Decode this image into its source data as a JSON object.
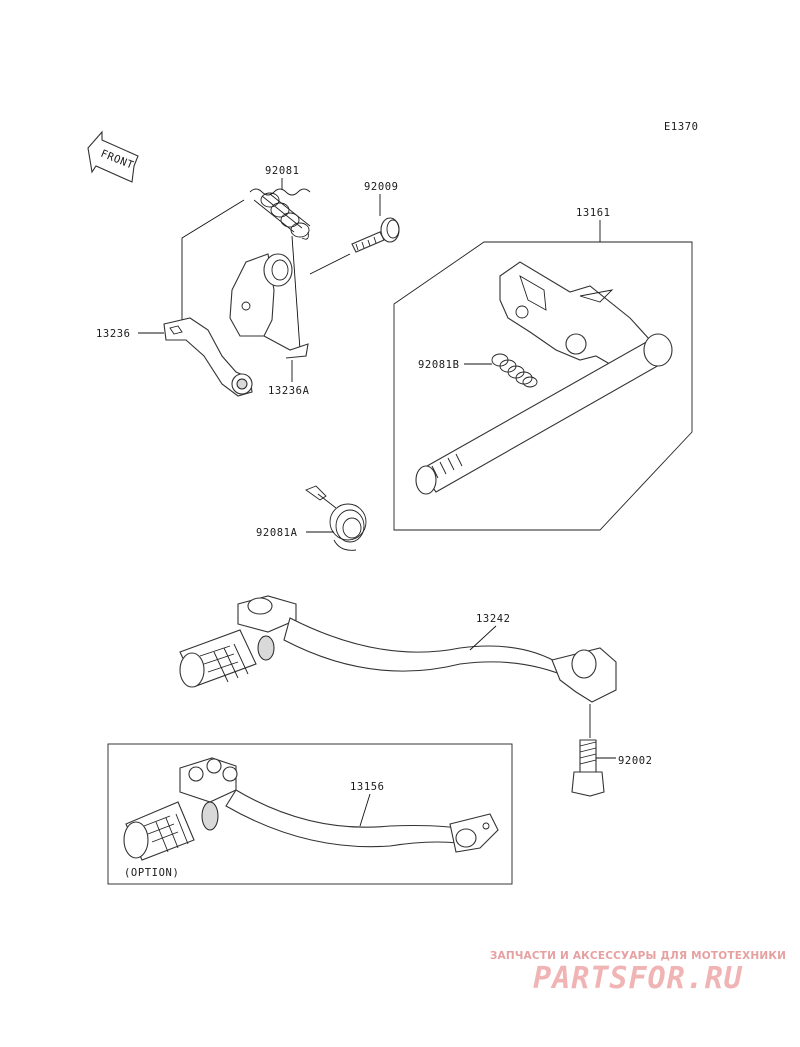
{
  "diagram_code": "E1370",
  "front_label": "FRONT",
  "parts": [
    {
      "number": "92081"
    },
    {
      "number": "92009"
    },
    {
      "number": "13161"
    },
    {
      "number": "13236"
    },
    {
      "number": "92081B"
    },
    {
      "number": "13236A"
    },
    {
      "number": "92081A"
    },
    {
      "number": "13242"
    },
    {
      "number": "92002"
    },
    {
      "number": "13156"
    }
  ],
  "option_label": "(OPTION)",
  "watermark": {
    "line1": "ЗАПЧАСТИ И АКСЕССУАРЫ ДЛЯ МОТОТЕХНИКИ",
    "line2": "PARTSFOR.RU"
  }
}
